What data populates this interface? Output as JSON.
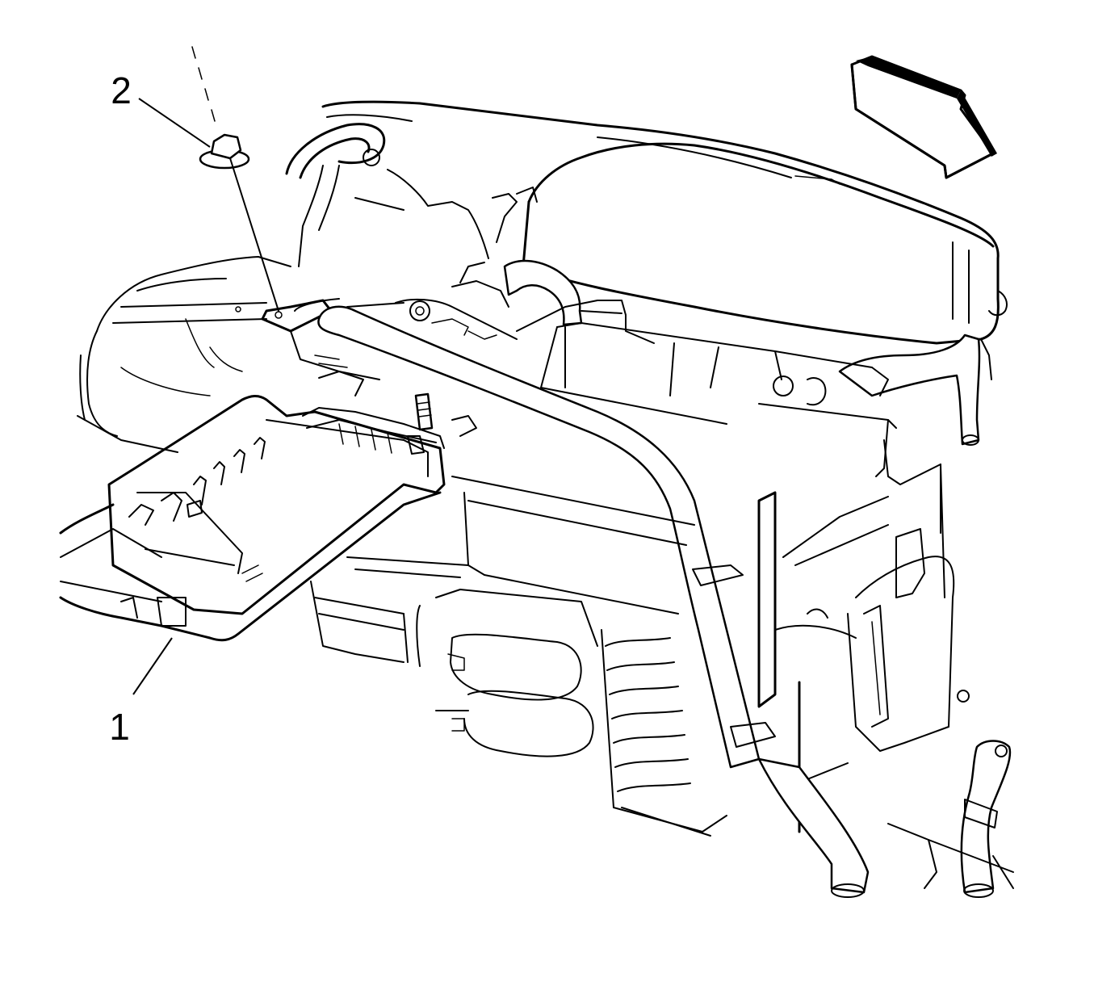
{
  "callouts": [
    {
      "id": "1",
      "label": "1"
    },
    {
      "id": "2",
      "label": "2"
    }
  ],
  "icons": {
    "direction": "front-arrow-icon"
  },
  "colors": {
    "line": "#000000",
    "background": "#ffffff"
  }
}
